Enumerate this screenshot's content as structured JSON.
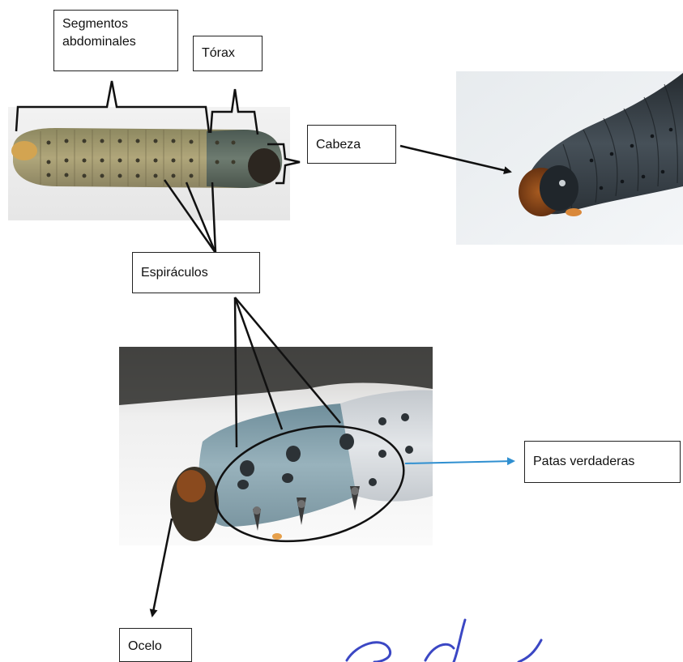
{
  "labels": {
    "segmentos_line1": "Segmentos",
    "segmentos_line2": "abdominales",
    "torax": "Tórax",
    "cabeza": "Cabeza",
    "espiraculos": "Espiráculos",
    "patas_verdaderas": "Patas verdaderas",
    "ocelo": "Ocelo"
  },
  "colors": {
    "label_border": "#222222",
    "pointer_line": "#111111",
    "patas_arrow": "#2f8fd0",
    "signature_ink": "#3b47c4",
    "larva_abdomen": "#a59a6e",
    "larva_thorax": "#5e6b60",
    "larva_head": "#3a2a1e",
    "closeup_body": "#374047",
    "closeup_head": "#7a3a12",
    "ventral_body": "#8ea7b2",
    "ventral_rear": "#d4d8dc"
  },
  "images": {
    "photo_top_left": "whole larva, lateral view",
    "photo_top_right": "head close-up",
    "photo_bottom": "thorax close-up with true legs"
  }
}
